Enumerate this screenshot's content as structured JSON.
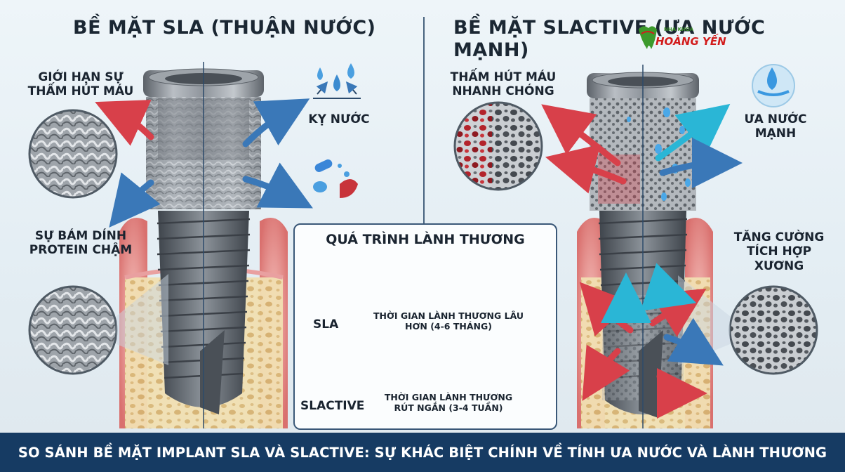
{
  "left": {
    "title": "BỀ MẶT SLA (THUẬN NƯỚC)",
    "label_absorption": "GIỚI HẠN SỰ\nTHẤM HÚT MÁU",
    "label_protein": "SỰ BÁM DÍNH\nPROTEIN CHẬM",
    "label_hydrophobic": "KỴ NƯỚC"
  },
  "right": {
    "title": "BỀ MẶT SLACTIVE (ƯA NƯỚC MẠNH)",
    "label_absorption": "THẤM HÚT MÁU\nNHANH CHÓNG",
    "label_hydrophilic": "ƯA NƯỚC MẠNH",
    "label_osseo": "TĂNG CƯỜNG\nTÍCH HỢP XƯƠNG"
  },
  "logo": {
    "tagline": "NHA KHOA",
    "name": "HOÀNG YẾN"
  },
  "healing": {
    "title": "QUÁ TRÌNH LÀNH THƯƠNG",
    "sla_label": "SLA",
    "sla_time": "THỜI GIAN LÀNH THƯƠNG LÂU\nHƠN (4-6 THÁNG)",
    "slactive_label": "SLACTIVE",
    "slactive_time": "THỜI GIAN LÀNH THƯƠNG\nRÚT NGẮN (3-4 TUẦN)"
  },
  "footer": {
    "caption": "SO SÁNH BỀ MẶT IMPLANT SLA VÀ SLACTIVE: SỰ KHÁC BIỆT CHÍNH VỀ TÍNH ƯA NƯỚC VÀ LÀNH THƯƠNG"
  },
  "colors": {
    "navy": "#163b63",
    "red_arrow": "#d8404a",
    "blue_arrow": "#3a78b8",
    "cyan_arrow": "#2ab6d6",
    "gum": "#e9a0a0",
    "bone": "#efdcae",
    "metal": "#8d939a"
  }
}
